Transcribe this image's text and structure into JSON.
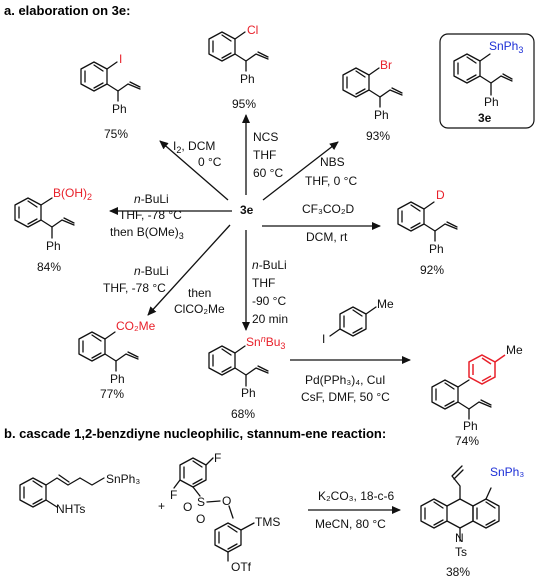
{
  "section_a": {
    "title": "a. elaboration on 3e:"
  },
  "center": {
    "label": "3e"
  },
  "boxed": {
    "sub": "SnPh",
    "sub_sub": "3",
    "ph": "Ph",
    "label": "3e"
  },
  "iodo": {
    "sub": "I",
    "ph": "Ph",
    "yield": "75%",
    "cond1a": "I",
    "cond1b": "2",
    "cond1c": ", DCM",
    "cond2": "0 °C"
  },
  "chloro": {
    "sub": "Cl",
    "ph": "Ph",
    "yield": "95%",
    "cond1": "NCS",
    "cond2": "THF",
    "cond3": "60 °C"
  },
  "bromo": {
    "sub": "Br",
    "ph": "Ph",
    "yield": "93%",
    "cond1": "NBS",
    "cond2": "THF, 0 °C"
  },
  "boronic": {
    "sub": "B(OH)",
    "sub_sub": "2",
    "ph": "Ph",
    "yield": "84%",
    "cond1a": "n",
    "cond1b": "-BuLi",
    "cond2": "THF, -78 °C",
    "cond3a": "then B(OMe)",
    "cond3b": "3"
  },
  "deuterio": {
    "sub": "D",
    "ph": "Ph",
    "yield": "92%",
    "cond1": "CF₃CO₂D",
    "cond2": "DCM, rt"
  },
  "ester": {
    "sub": "CO₂Me",
    "ph": "Ph",
    "yield": "77%",
    "cond1a": "n",
    "cond1b": "-BuLi",
    "cond2": "THF, -78 °C",
    "cond3": "then",
    "cond4": "ClCO₂Me"
  },
  "stannyl": {
    "sub_a": "Sn",
    "sub_n": "n",
    "sub_b": "Bu",
    "sub_3": "3",
    "ph": "Ph",
    "yield": "68%",
    "cond1a": "n",
    "cond1b": "-BuLi",
    "cond2": "THF",
    "cond3": "-90 °C",
    "cond4": "20 min"
  },
  "coupling": {
    "reagent_i": "I",
    "reagent_me": "Me",
    "cond1": "Pd(PPh₃)₄, CuI",
    "cond2": "CsF, DMF, 50 °C"
  },
  "biaryl": {
    "me": "Me",
    "ph": "Ph",
    "yield": "74%"
  },
  "section_b": {
    "title": "b. cascade 1,2-benzdiyne nucleophilic, stannum-ene reaction:"
  },
  "rxn_b": {
    "sm1_sn": "SnPh₃",
    "sm1_nhts": "NHTs",
    "plus": "+",
    "sm2_f1": "F",
    "sm2_f2": "F",
    "sm2_s": "S",
    "sm2_o1": "O",
    "sm2_o2": "O",
    "sm2_o3": "O",
    "sm2_tms": "TMS",
    "sm2_otf": "OTf",
    "cond1": "K₂CO₃, 18-c-6",
    "cond2": "MeCN, 80 °C",
    "prod_sn": "SnPh₃",
    "prod_n": "N",
    "prod_ts": "Ts",
    "prod_yield": "38%"
  }
}
